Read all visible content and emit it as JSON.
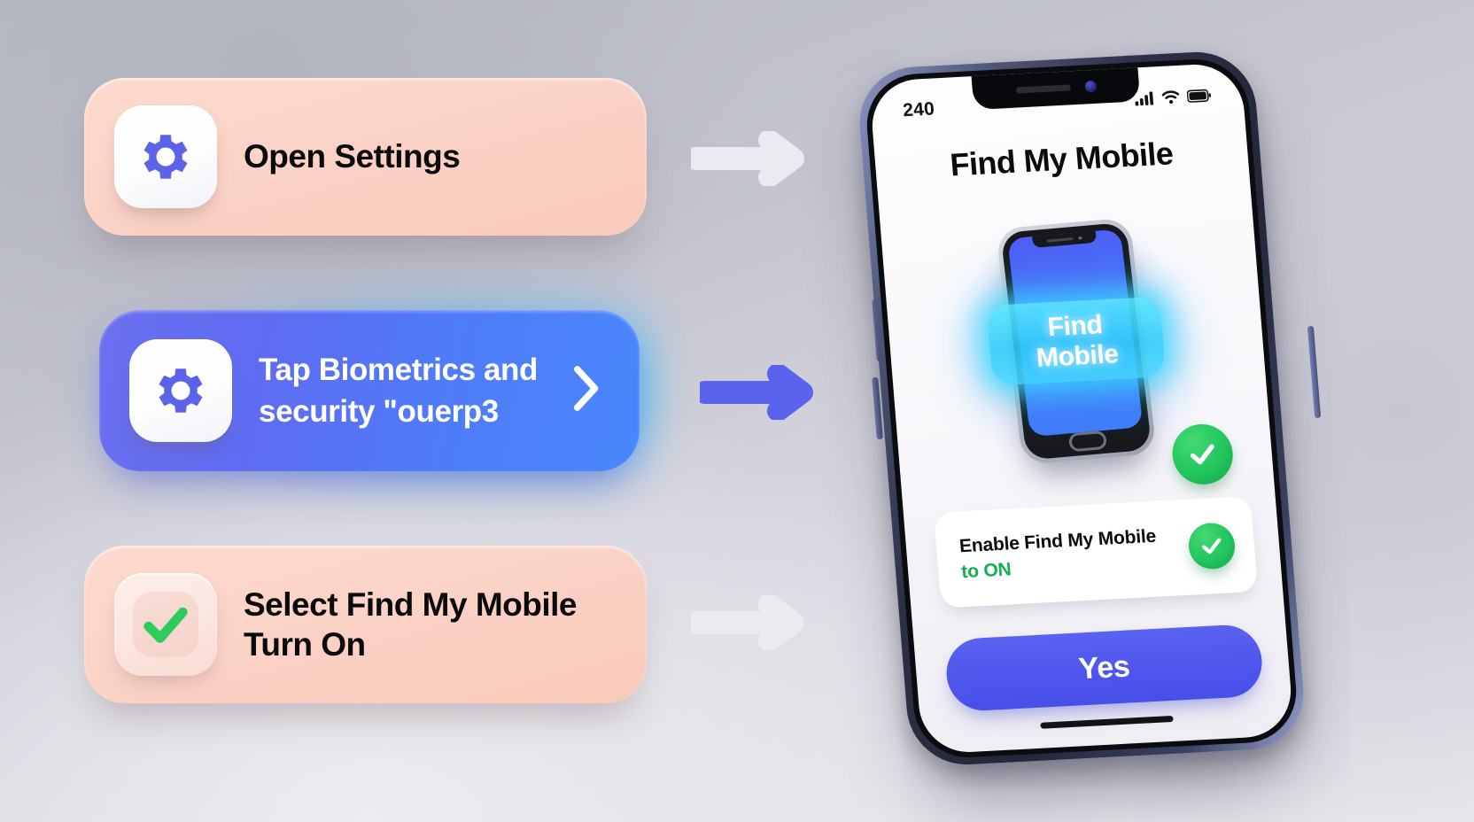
{
  "background": {
    "gradient_from": "#b6b8c3",
    "gradient_to": "#eceaef"
  },
  "steps": {
    "items": [
      {
        "id": "open-settings",
        "icon": "gear-icon",
        "title": "Open Settings",
        "subtitle": "",
        "style": "pink",
        "card_color": "#fbd2c6",
        "text_color": "#0a0a0c",
        "has_chevron": false,
        "arrow_color": "#e9e9ef"
      },
      {
        "id": "tap-biometrics",
        "icon": "gear-icon",
        "title": "Tap Biometrics and",
        "subtitle": "security \"ouerp3",
        "style": "blue-highlight",
        "card_color": "#5f6cf2",
        "glow_color": "#38cdff",
        "text_color": "#ffffff",
        "has_chevron": true,
        "arrow_color": "#5b63ee"
      },
      {
        "id": "select-find-my-mobile",
        "icon": "check-icon",
        "title": "Select Find My Mobile",
        "subtitle": "Turn On",
        "style": "pink",
        "card_color": "#fbd2c6",
        "text_color": "#0a0a0c",
        "has_chevron": false,
        "arrow_color": "#e9e9ef"
      }
    ]
  },
  "phone": {
    "status_bar": {
      "clock": "240",
      "icons": [
        "signal-icon",
        "wifi-icon",
        "battery-icon"
      ]
    },
    "screen_title": "Find My Mobile",
    "illustration": {
      "badge_line1": "Find",
      "badge_line2": "Mobile",
      "badge_color": "#2dcdfa",
      "mini_screen_color": "#4a6cf8",
      "check_badge": "check-icon",
      "check_color": "#22c55e"
    },
    "info_card": {
      "line1": "Enable Find My Mobile",
      "line2_prefix": "to ",
      "line2_value": "ON",
      "line2_color": "#10b14e",
      "check_icon": "check-icon"
    },
    "primary_button": {
      "label": "Yes",
      "color": "#4f57ee"
    }
  }
}
